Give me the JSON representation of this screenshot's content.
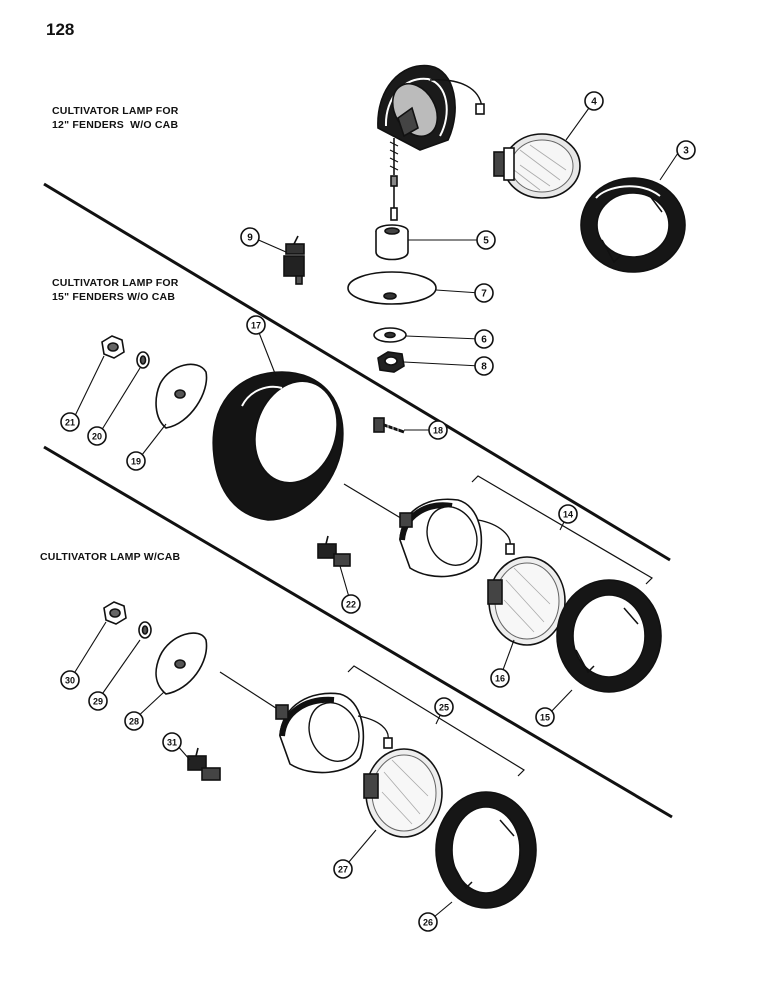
{
  "page_number": "128",
  "sections": [
    {
      "line1": "CULTIVATOR LAMP FOR",
      "line2": "12\" FENDERS  W/O CAB"
    },
    {
      "line1": "CULTIVATOR LAMP FOR",
      "line2": "15\" FENDERS W/O CAB"
    },
    {
      "line1": "CULTIVATOR LAMP W/CAB",
      "line2": ""
    }
  ],
  "callouts": [
    "3",
    "4",
    "5",
    "6",
    "7",
    "8",
    "9",
    "14",
    "15",
    "16",
    "17",
    "18",
    "19",
    "20",
    "21",
    "22",
    "25",
    "26",
    "27",
    "28",
    "29",
    "30",
    "31"
  ],
  "colors": {
    "ink": "#111111",
    "paper": "#ffffff",
    "shade": "#555555"
  }
}
